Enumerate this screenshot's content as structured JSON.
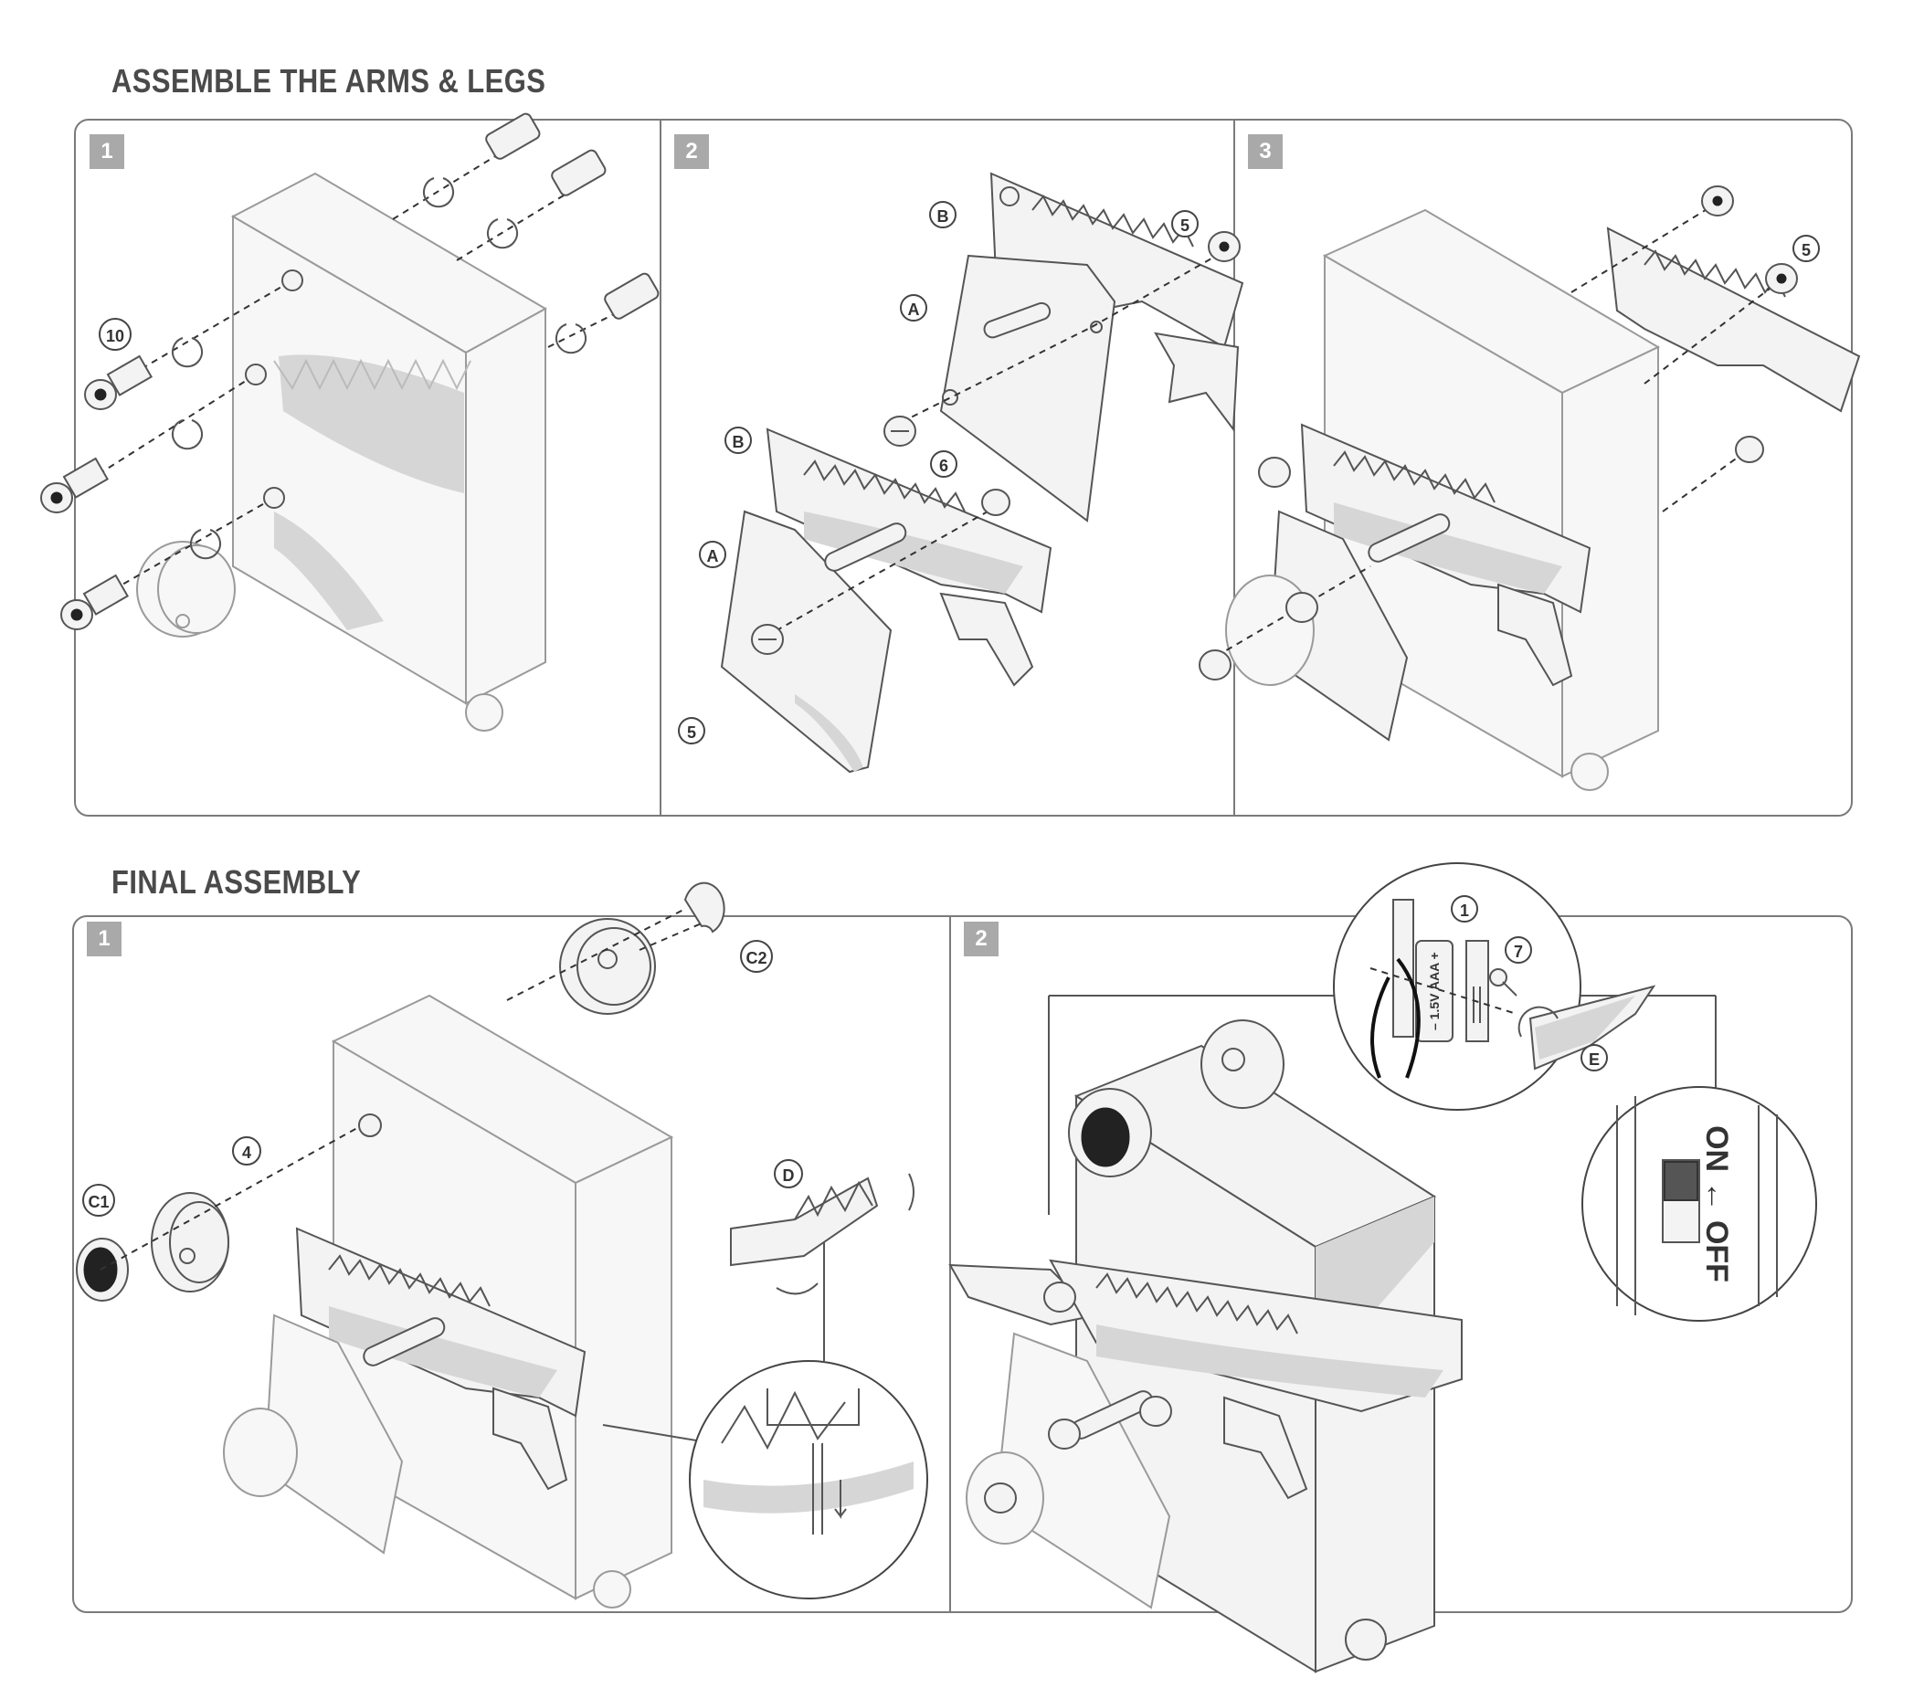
{
  "sections": [
    {
      "title": "ASSEMBLE THE ARMS & LEGS",
      "steps": [
        {
          "number": "1",
          "callouts": [
            "10"
          ]
        },
        {
          "number": "2",
          "callouts": [
            "B",
            "A",
            "5",
            "B",
            "6",
            "A",
            "5"
          ]
        },
        {
          "number": "3",
          "callouts": [
            "5"
          ]
        }
      ]
    },
    {
      "title": "FINAL ASSEMBLY",
      "steps": [
        {
          "number": "1",
          "callouts": [
            "C2",
            "4",
            "C1",
            "D"
          ]
        },
        {
          "number": "2",
          "callouts": [
            "1",
            "7",
            "E"
          ]
        }
      ]
    }
  ],
  "battery_label": "– 1.5V AAA +",
  "switch": {
    "on": "ON",
    "off": "OFF"
  },
  "colors": {
    "frame": "#7a7a7a",
    "badge": "#a9a9a9",
    "part_shade": "#d6d6d6"
  }
}
